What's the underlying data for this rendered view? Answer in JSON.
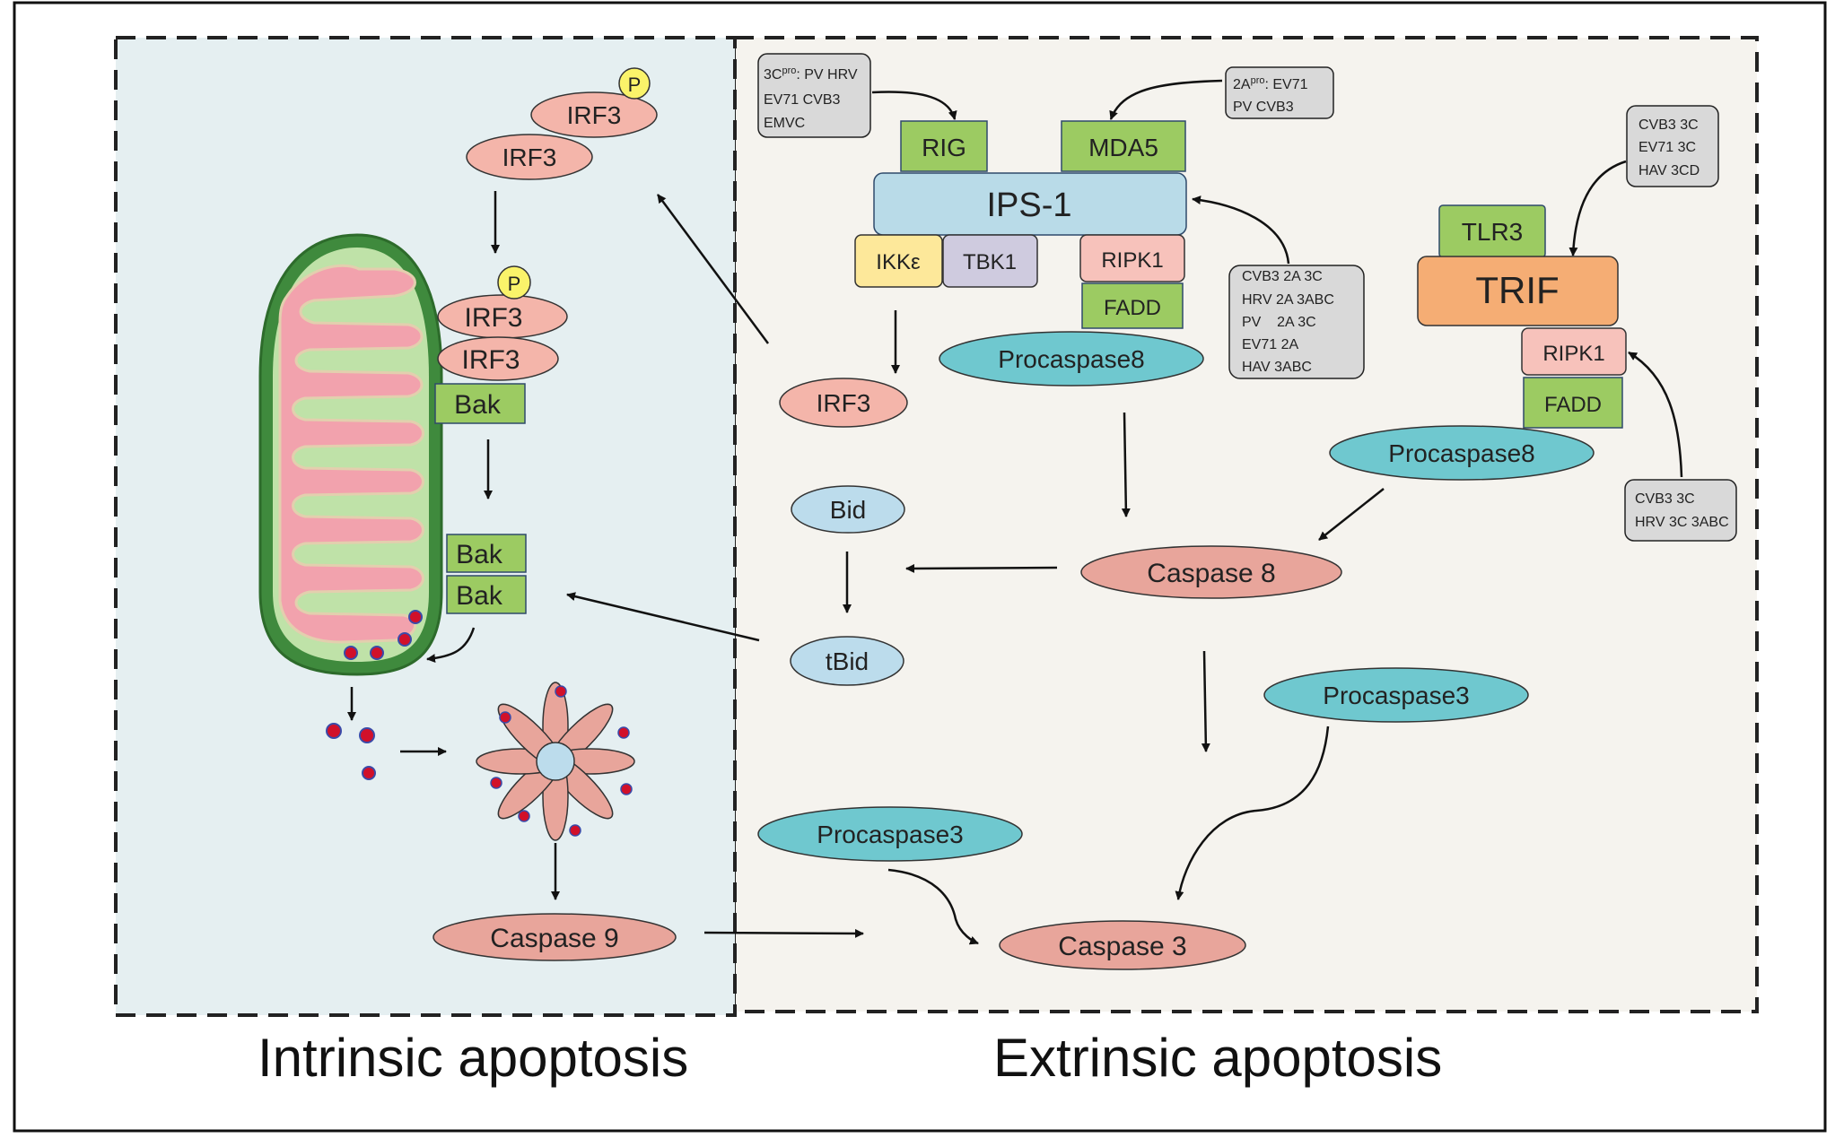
{
  "panels": {
    "intrinsic_label": "Intrinsic apoptosis",
    "extrinsic_label": "Extrinsic apoptosis"
  },
  "intrinsic": {
    "irf3_top_a": "IRF3",
    "irf3_top_b": "IRF3",
    "phospho_top": "P",
    "irf3_mito_a": "IRF3",
    "irf3_mito_b": "IRF3",
    "phospho_mito": "P",
    "bak_single": "Bak",
    "bak_dimer_a": "Bak",
    "bak_dimer_b": "Bak",
    "caspase9": "Caspase 9"
  },
  "extrinsic": {
    "rig": "RIG",
    "mda5": "MDA5",
    "ips1": "IPS-1",
    "ikke": "IKKε",
    "tbk1": "TBK1",
    "ripk1_a": "RIPK1",
    "fadd_a": "FADD",
    "procaspase8_a": "Procaspase8",
    "irf3": "IRF3",
    "tlr3": "TLR3",
    "trif": "TRIF",
    "ripk1_b": "RIPK1",
    "fadd_b": "FADD",
    "procaspase8_b": "Procaspase8",
    "bid": "Bid",
    "tbid": "tBid",
    "caspase8": "Caspase 8",
    "procaspase3_a": "Procaspase3",
    "procaspase3_b": "Procaspase3",
    "caspase3": "Caspase 3"
  },
  "viral_proteases": {
    "box1": {
      "line1_pre": "3C",
      "line1_sup": "pro",
      "line1_post": ": PV HRV",
      "line2": "EV71 CVB3",
      "line3": "EMVC"
    },
    "box2": {
      "line1_pre": "2A",
      "line1_sup": "pro",
      "line1_post": ": EV71",
      "line2": "PV CVB3"
    },
    "box3": [
      "CVB3 2A 3C",
      "HRV 2A 3ABC",
      "PV    2A 3C",
      "EV71 2A",
      "HAV 3ABC"
    ],
    "box4": [
      "CVB3 3C",
      "EV71 3C",
      "HAV 3CD"
    ],
    "box5": [
      "CVB3 3C",
      "HRV 3C 3ABC"
    ]
  },
  "colors": {
    "intrinsic_bg": "#e5eff1",
    "extrinsic_bg": "#f5f3ee",
    "irf3": "#f4b5aa",
    "caspase": "#e8a59b",
    "procaspase": "#6fc8cf",
    "adaptor_green": "#9ccb62",
    "ips1": "#b9dbe8",
    "ikke": "#fde89a",
    "tbk1": "#cfcbdf",
    "ripk1": "#f7c2bb",
    "trif": "#f5ad74",
    "bid": "#bcdcec",
    "viral_box": "#d9d9d9",
    "phospho": "#faf36a",
    "mito_outer": "#4b8f45",
    "mito_inner": "#bfe2a8",
    "cristae": "#f2a2ad",
    "cytc_red": "#d1102a"
  }
}
